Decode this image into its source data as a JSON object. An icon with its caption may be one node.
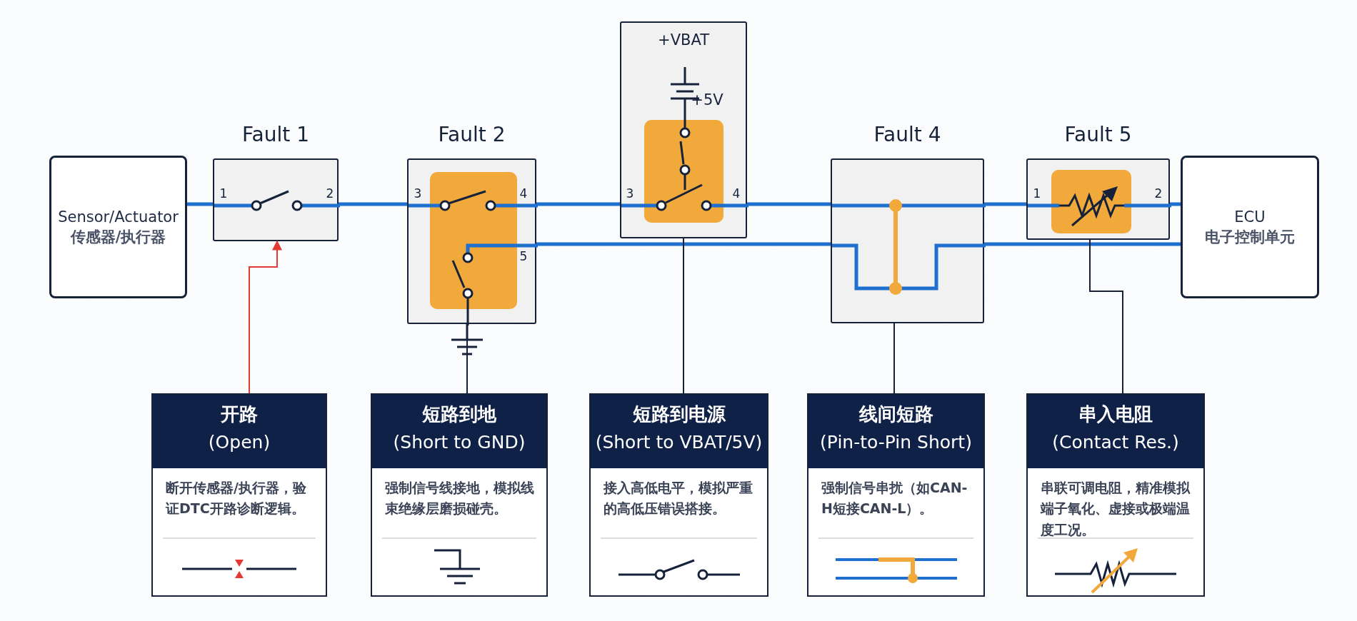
{
  "diagram": {
    "nodes": [
      {
        "text": [
          "Sensor/Actuator",
          "传感器/执行器"
        ]
      },
      {
        "text": [
          "Fault 1"
        ]
      },
      {
        "text": [
          "Fault 2"
        ]
      },
      {
        "text": [],
        "shape": "box"
      },
      {
        "text": [
          "Fault 4"
        ]
      },
      {
        "text": [
          "Fault 5"
        ]
      },
      {
        "text": [
          "ECU",
          "电子控制单元"
        ]
      },
      {
        "text": [
          "开路",
          "(Open)",
          "断开传感器/执行器，验证DTC开路诊断逻辑。"
        ]
      },
      {
        "text": [
          "短路到地",
          "(Short to GND)",
          "强制信号线接地，模拟线束绝缘层磨损碰壳。"
        ]
      },
      {
        "text": [
          "短路到电源",
          "(Short to VBAT/5V)",
          "接入高低电平，模拟严重的高低压错误搭接。"
        ]
      },
      {
        "text": [
          "线间短路",
          "(Pin-to-Pin Short)",
          "强制信号串扰（如CAN-H短接CAN-L）。"
        ]
      },
      {
        "text": [
          "串入电阻",
          "(Contact Res.)",
          "串联可调电阻，精准模拟端子氧化、虚接或极端温度工况。"
        ]
      }
    ],
    "edges": [
      {
        "from": 0,
        "to": 1,
        "arrow": "none"
      },
      {
        "from": 1,
        "to": 2,
        "arrow": "none"
      },
      {
        "from": 2,
        "to": 3,
        "arrow": "none"
      },
      {
        "from": 3,
        "to": 4,
        "arrow": "none"
      },
      {
        "from": 4,
        "to": 5,
        "arrow": "none"
      },
      {
        "from": 5,
        "to": 6,
        "arrow": "none"
      },
      {
        "from": 2,
        "to": 4,
        "arrow": "none"
      },
      {
        "from": 4,
        "to": 6,
        "arrow": "none"
      },
      {
        "from": 7,
        "to": 1,
        "arrow": "to",
        "color": "#e53935"
      },
      {
        "from": 8,
        "to": 2,
        "arrow": "none",
        "color": "#16223a"
      },
      {
        "from": 9,
        "to": 3,
        "arrow": "none",
        "color": "#16223a"
      },
      {
        "from": 10,
        "to": 4,
        "arrow": "none",
        "color": "#16223a"
      },
      {
        "from": 11,
        "to": 5,
        "arrow": "none",
        "color": "#16223a"
      }
    ],
    "labels": [
      "+VBAT",
      "+5V",
      "1",
      "2",
      "3",
      "4",
      "3",
      "4",
      "1",
      "2",
      "5"
    ]
  }
}
